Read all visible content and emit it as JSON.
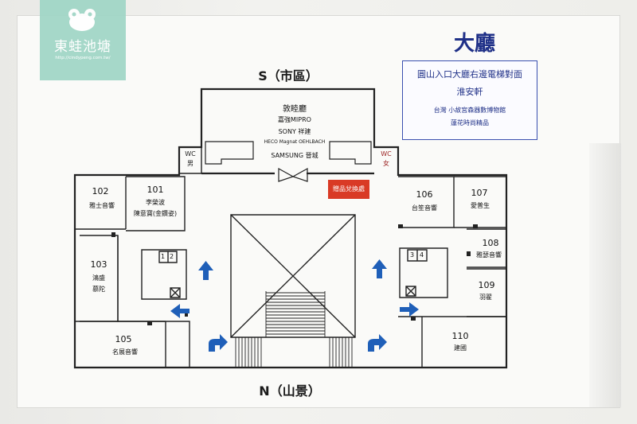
{
  "logo": {
    "name": "東蛙池塘",
    "url": "http://cindypeng.com.tw/"
  },
  "hall": {
    "title": "大廳",
    "direction_south": "S（市區）",
    "direction_north": "N（山景）",
    "info_box": {
      "line1": "圓山入口大廳右邊電梯對面",
      "line2": "淮安軒",
      "line3": "台灣 小故宮森器數博物館",
      "line4": "蓮花時尚精品"
    }
  },
  "stage": {
    "title": "敦睦廳",
    "brands": [
      "嘉強MIPRO",
      "SONY 祥建",
      "HECO Magnat OEHLBACH",
      "SAMSUNG 晉城"
    ]
  },
  "wc": {
    "male": {
      "label": "WC",
      "sub": "男"
    },
    "female": {
      "label": "WC",
      "sub": "女"
    }
  },
  "gift_counter": "贈品兌換處",
  "elevators": {
    "left": [
      "1",
      "2"
    ],
    "right": [
      "3",
      "4"
    ]
  },
  "rooms": [
    {
      "number": "102",
      "name": "雅士音響"
    },
    {
      "number": "101",
      "name": "李榮波",
      "name2": "陳意寶(金鑽姿)"
    },
    {
      "number": "103",
      "name": "鴻盛",
      "name2": "慕陀"
    },
    {
      "number": "105",
      "name": "名展音響"
    },
    {
      "number": "106",
      "name": "台笙音響"
    },
    {
      "number": "107",
      "name": "愛普生"
    },
    {
      "number": "108",
      "name": "雅瑟音響"
    },
    {
      "number": "109",
      "name": "羽翟"
    },
    {
      "number": "110",
      "name": "建國"
    }
  ],
  "colors": {
    "title_blue": "#1e2f87",
    "arrow_blue": "#1f5fb8",
    "gift_red": "#d93a25",
    "wall_line": "#222222",
    "logo_green": "#9fd6c6"
  }
}
